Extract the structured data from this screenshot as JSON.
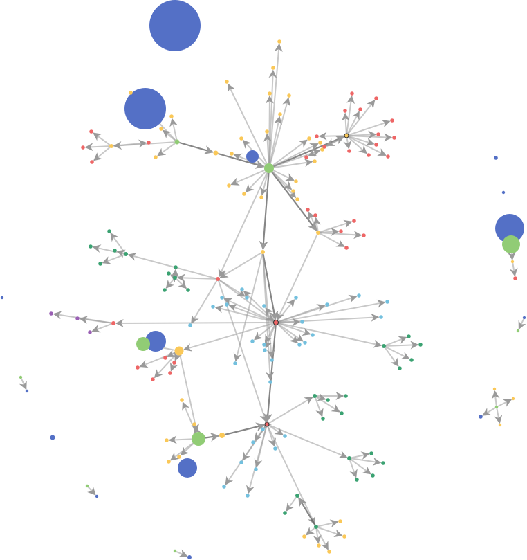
{
  "graph": {
    "type": "network",
    "directed": true,
    "labels_shown": false,
    "palette": {
      "blue": "#5470c6",
      "green": "#91cc75",
      "yellow": "#fac858",
      "red": "#ee6666",
      "teal": "#3ba272",
      "cyan": "#73c0de",
      "purple": "#9a60b4",
      "edge": "#9a9a9a",
      "edge_strong": "#5e5e5e",
      "hub_outline": "#333333"
    },
    "node_size_levels": [
      "tiny",
      "small",
      "medium",
      "large",
      "huge"
    ],
    "isolated_node_count": 6,
    "small_component_count": 6
  }
}
